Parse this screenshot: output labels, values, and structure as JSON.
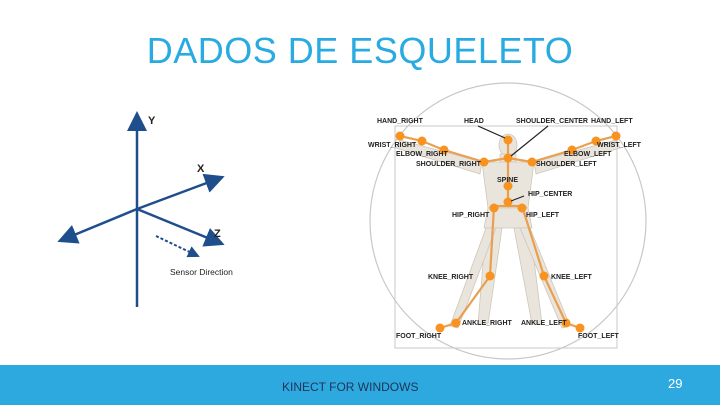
{
  "slide": {
    "title": "DADOS DE ESQUELETO",
    "footer_text": "KINECT FOR WINDOWS",
    "page_number": "29"
  },
  "axes": {
    "y_label": "Y",
    "x_label": "X",
    "z_label": "Z",
    "sensor_label": "Sensor Direction"
  },
  "joints": {
    "head": "HEAD",
    "shoulder_center": "SHOULDER_CENTER",
    "hand_right": "HAND_RIGHT",
    "hand_left": "HAND_LEFT",
    "wrist_right": "WRIST_RIGHT",
    "wrist_left": "WRIST_LEFT",
    "elbow_right": "ELBOW_RIGHT",
    "elbow_left": "ELBOW_LEFT",
    "shoulder_right": "SHOULDER_RIGHT",
    "shoulder_left": "SHOULDER_LEFT",
    "spine": "SPINE",
    "hip_center": "HIP_CENTER",
    "hip_right": "HIP_RIGHT",
    "hip_left": "HIP_LEFT",
    "knee_right": "KNEE_RIGHT",
    "knee_left": "KNEE_LEFT",
    "ankle_right": "ANKLE_RIGHT",
    "ankle_left": "ANKLE_LEFT",
    "foot_right": "FOOT_RIGHT",
    "foot_left": "FOOT_LEFT"
  },
  "colors": {
    "accent": "#29abe2",
    "footer": "#2ea9df",
    "joint": "#f7931e",
    "bone": "#e8a050",
    "axis": "#1f4e8c"
  }
}
